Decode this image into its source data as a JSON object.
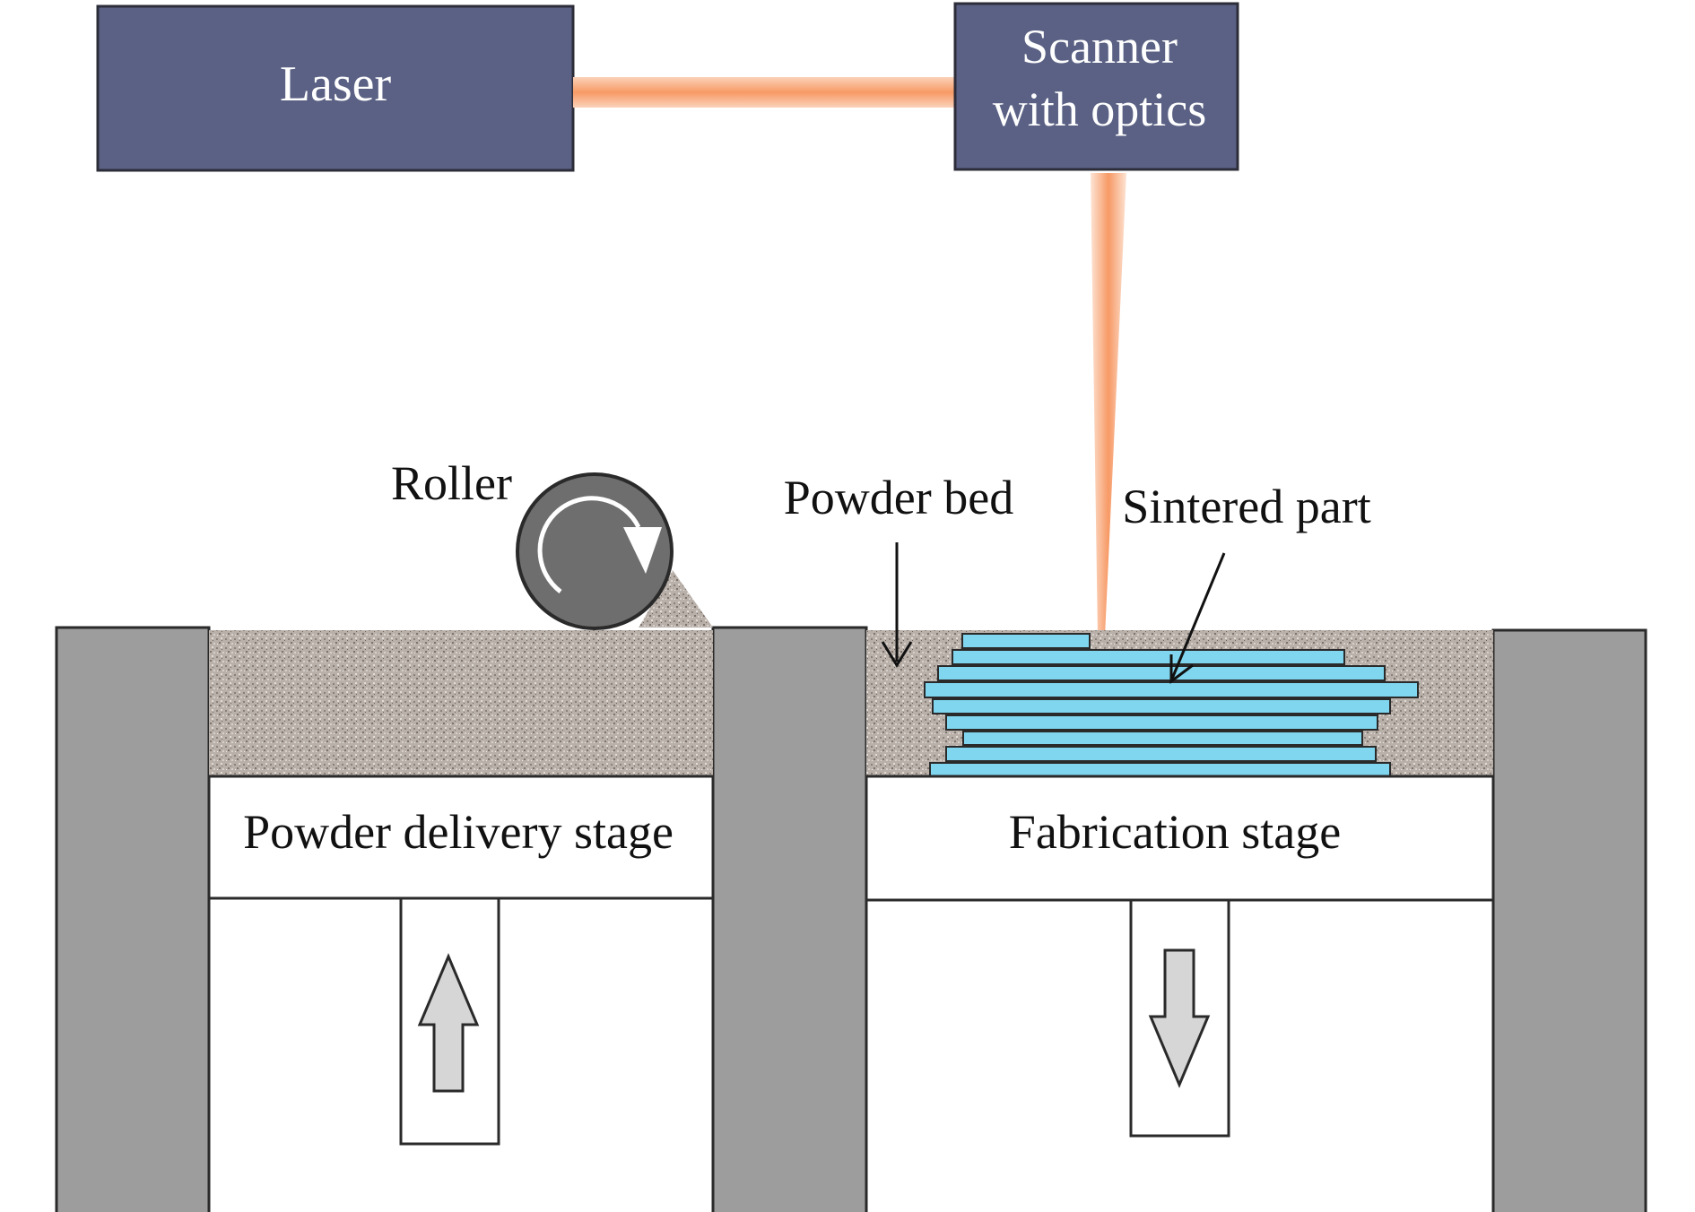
{
  "labels": {
    "laser": "Laser",
    "scanner_line1": "Scanner",
    "scanner_line2": "with optics",
    "roller": "Roller",
    "powder_bed": "Powder bed",
    "sintered_part": "Sintered part",
    "powder_delivery_stage": "Powder delivery stage",
    "fabrication_stage": "Fabrication stage"
  },
  "motion": {
    "powder_delivery_stage": "up",
    "fabrication_stage": "down",
    "roller": "clockwise"
  },
  "colors": {
    "box_fill": "#5a6184",
    "beam": "#f79a66",
    "wall": "#9d9d9d",
    "powder": "#b9b0aa",
    "sintered_layer": "#7fd6ee",
    "roller": "#6e6e6e",
    "arrow_fill": "#d6d6d6"
  },
  "icons": {
    "roller": "rotation-arrow-icon",
    "delivery_motion": "up-arrow-icon",
    "fabrication_motion": "down-arrow-icon"
  }
}
